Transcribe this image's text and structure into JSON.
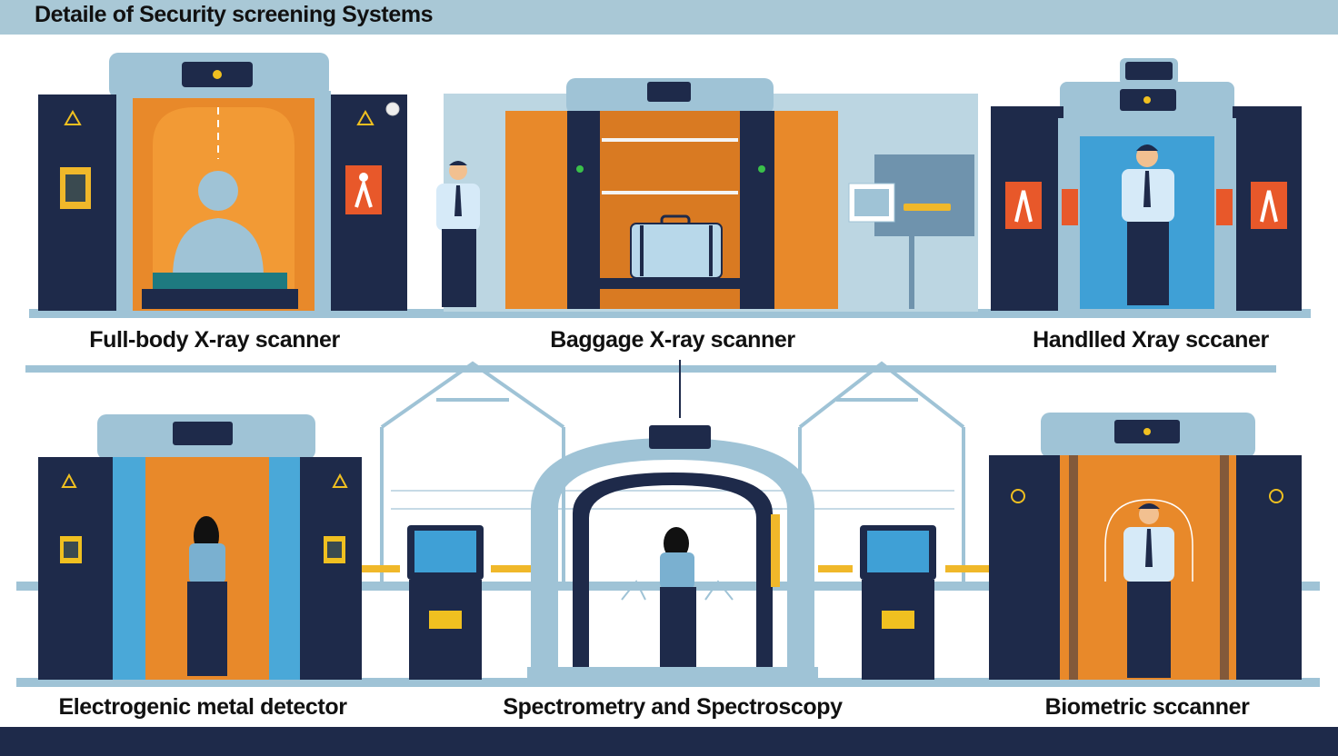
{
  "page": {
    "title": "Detaile of Security screening Systems"
  },
  "captions": {
    "full_body": "Full-body X-ray scanner",
    "baggage": "Baggage X-ray scanner",
    "handheld": "Handlled Xray sccaner",
    "metal_detector": "Electrogenic metal detector",
    "spectrometry": "Spectrometry and Spectroscopy",
    "biometric": "Biometric sccanner"
  },
  "colors": {
    "navy": "#1e2a4a",
    "orange": "#e8892a",
    "light_blue": "#9fc3d6",
    "sky_blue": "#4aa8d8",
    "title_bar": "#a9c8d6"
  },
  "icons": [
    "warning-icon",
    "person-icon",
    "qr-code-icon",
    "luggage-icon",
    "display-panel-icon"
  ]
}
